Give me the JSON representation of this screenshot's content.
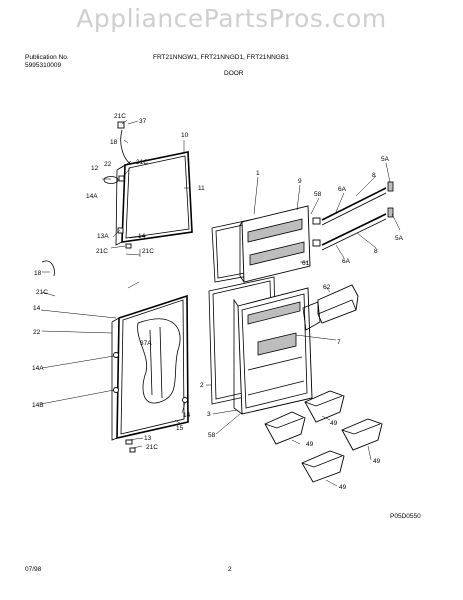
{
  "watermark": "AppliancePartsPros.com",
  "header": {
    "publication_label": "Publication No.",
    "publication_number": "5995310009",
    "models": "FRT21NNGW1, FRT21NNGD1, FRT21NNGB1",
    "section": "DOOR"
  },
  "footer": {
    "date": "07/98",
    "page": "2",
    "figure_code": "P05D0550"
  },
  "callouts": {
    "c21c_a": "21C",
    "c37": "37",
    "c18_a": "18",
    "c10": "10",
    "c21c_b": "21C",
    "c12": "12",
    "c22_a": "22",
    "c14a_a": "14A",
    "c11": "11",
    "c13a": "13A",
    "c14_a": "14",
    "c21c_c": "21C",
    "c21c_d": "21C",
    "c18_b": "18",
    "c21c_e": "21C",
    "c14_b": "14",
    "c22_b": "22",
    "c37a": "37A",
    "c14a_b": "14A",
    "c14b": "14B",
    "c14_c": "14",
    "c15": "15",
    "c13": "13",
    "c21c_f": "21C",
    "c1": "1",
    "c9": "9",
    "c58_a": "58",
    "c6a_a": "6A",
    "c8_a": "8",
    "c5a_a": "5A",
    "c6a_b": "6A",
    "c8_b": "8",
    "c5a_b": "5A",
    "c61": "61",
    "c62": "62",
    "c7": "7",
    "c2": "2",
    "c3": "3",
    "c58_b": "58",
    "c49_a": "49",
    "c49_b": "49",
    "c49_c": "49",
    "c49_d": "49"
  }
}
